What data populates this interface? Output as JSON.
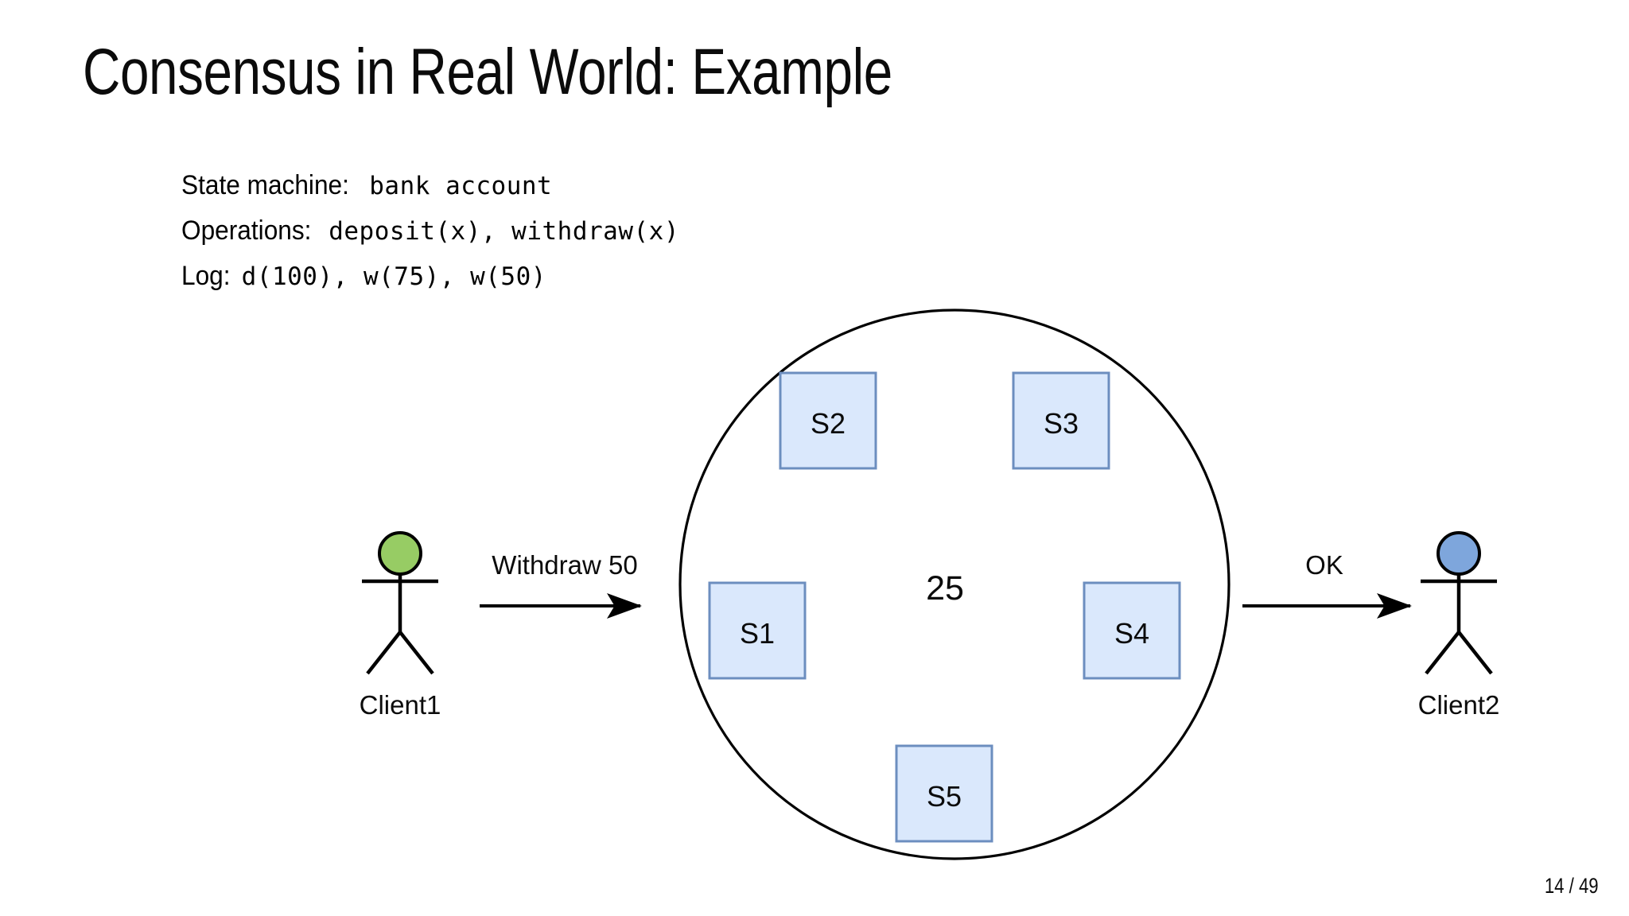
{
  "slide": {
    "title": "Consensus in Real World: Example",
    "page_indicator": "14 / 49"
  },
  "spec": {
    "lines": [
      {
        "label": "State machine:",
        "value": "bank account"
      },
      {
        "label": "Operations:",
        "value": "deposit(x), withdraw(x)"
      },
      {
        "label": "Log:",
        "value": "d(100), w(75), w(50)"
      }
    ]
  },
  "diagram": {
    "cluster": {
      "center_value": "25",
      "servers": [
        {
          "id": "S1",
          "label": "S1"
        },
        {
          "id": "S2",
          "label": "S2"
        },
        {
          "id": "S3",
          "label": "S3"
        },
        {
          "id": "S4",
          "label": "S4"
        },
        {
          "id": "S5",
          "label": "S5"
        }
      ]
    },
    "actors": [
      {
        "id": "client1",
        "label": "Client1",
        "head_color": "#97cc64"
      },
      {
        "id": "client2",
        "label": "Client2",
        "head_color": "#7ea6dc"
      }
    ],
    "messages": [
      {
        "id": "request",
        "label": "Withdraw 50"
      },
      {
        "id": "response",
        "label": "OK"
      }
    ],
    "colors": {
      "server_fill": "#dae8fc",
      "server_stroke": "#6c8ebf",
      "circle_stroke": "#000000",
      "arrow": "#000000",
      "client1_head": "#97cc64",
      "client2_head": "#7ea6dc"
    }
  }
}
